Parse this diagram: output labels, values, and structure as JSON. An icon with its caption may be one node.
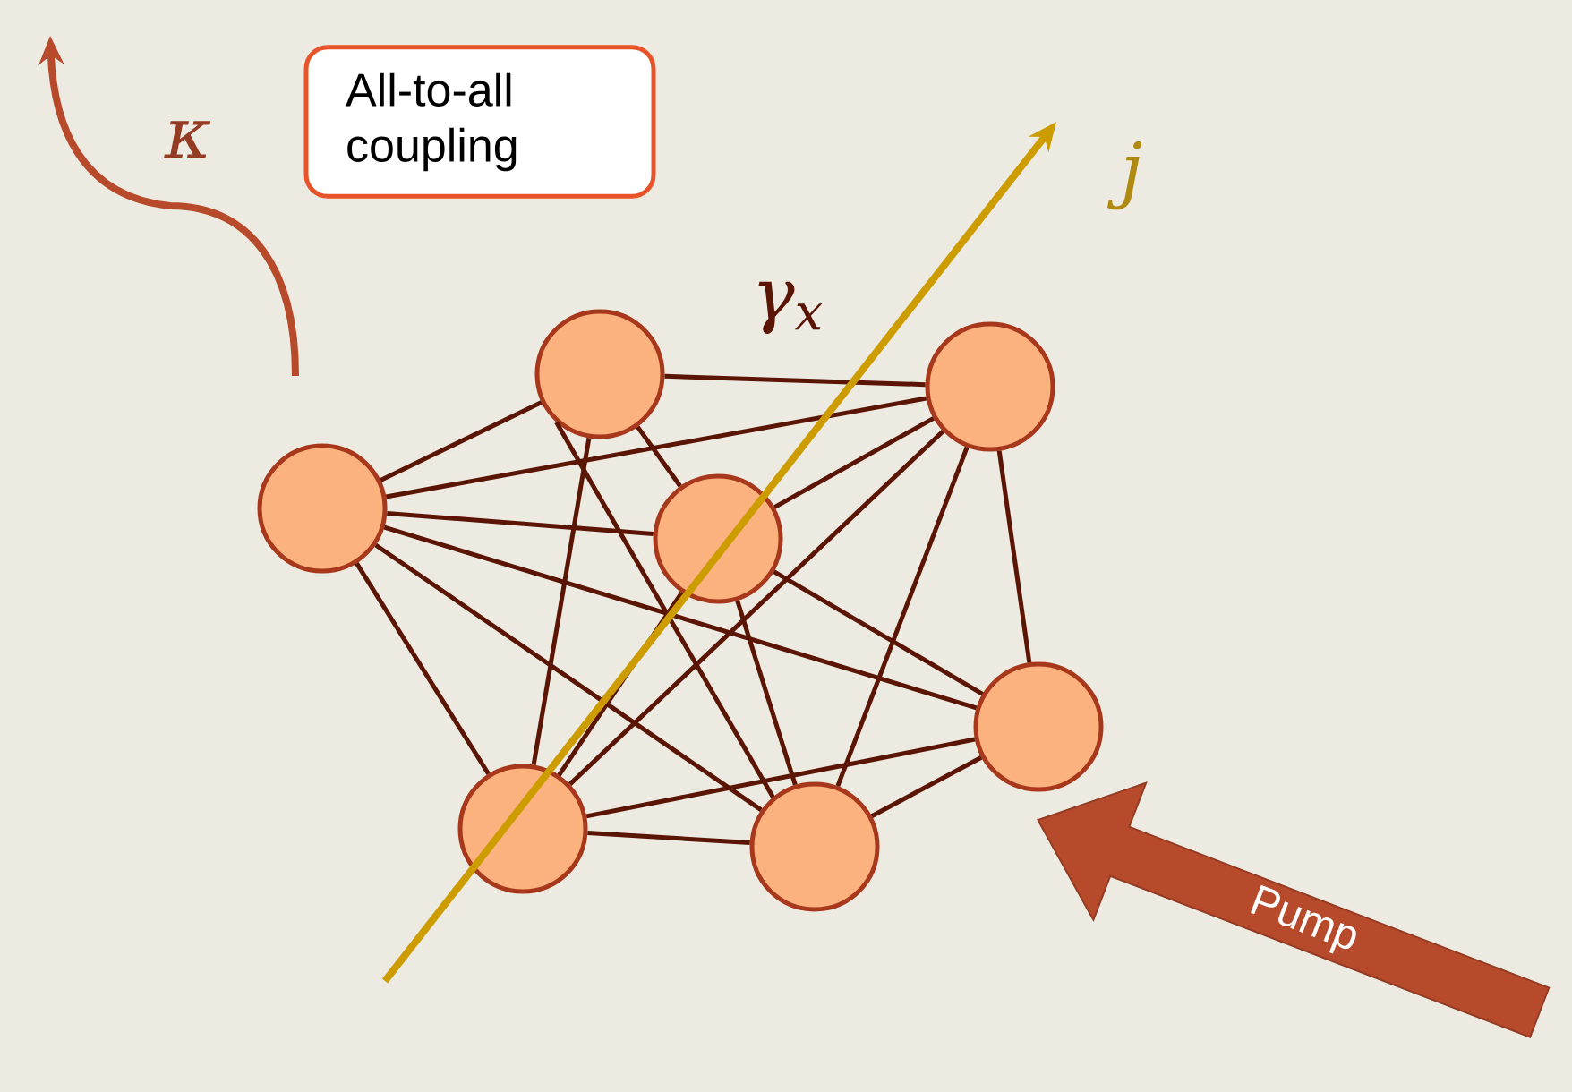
{
  "diagram": {
    "nodes": [
      {
        "text": [],
        "shape": "circle"
      },
      {
        "text": [],
        "shape": "circle"
      },
      {
        "text": [],
        "shape": "circle"
      },
      {
        "text": [],
        "shape": "circle"
      },
      {
        "text": [],
        "shape": "circle"
      },
      {
        "text": [],
        "shape": "circle"
      },
      {
        "text": [],
        "shape": "circle"
      },
      {
        "text": [
          "All-to-all coupling"
        ]
      },
      {
        "text": [
          "Pump"
        ]
      }
    ],
    "edges": [
      {
        "from": 0,
        "to": 1,
        "arrow": "none"
      },
      {
        "from": 0,
        "to": 2,
        "arrow": "none"
      },
      {
        "from": 0,
        "to": 3,
        "arrow": "none"
      },
      {
        "from": 0,
        "to": 4,
        "arrow": "none"
      },
      {
        "from": 0,
        "to": 5,
        "arrow": "none"
      },
      {
        "from": 0,
        "to": 6,
        "arrow": "none"
      },
      {
        "from": 1,
        "to": 2,
        "arrow": "none"
      },
      {
        "from": 1,
        "to": 3,
        "arrow": "none"
      },
      {
        "from": 1,
        "to": 5,
        "arrow": "none"
      },
      {
        "from": 1,
        "to": 6,
        "arrow": "none"
      },
      {
        "from": 2,
        "to": 3,
        "arrow": "none"
      },
      {
        "from": 2,
        "to": 4,
        "arrow": "none"
      },
      {
        "from": 2,
        "to": 5,
        "arrow": "none"
      },
      {
        "from": 2,
        "to": 6,
        "arrow": "none"
      },
      {
        "from": 3,
        "to": 4,
        "arrow": "none"
      },
      {
        "from": 3,
        "to": 5,
        "arrow": "none"
      },
      {
        "from": 3,
        "to": 6,
        "arrow": "none"
      },
      {
        "from": 4,
        "to": 5,
        "arrow": "none"
      },
      {
        "from": 4,
        "to": 6,
        "arrow": "none"
      },
      {
        "from": 5,
        "to": 6,
        "arrow": "none"
      }
    ],
    "labels": [
      "κ",
      "γ$_{x}$",
      "j"
    ]
  }
}
